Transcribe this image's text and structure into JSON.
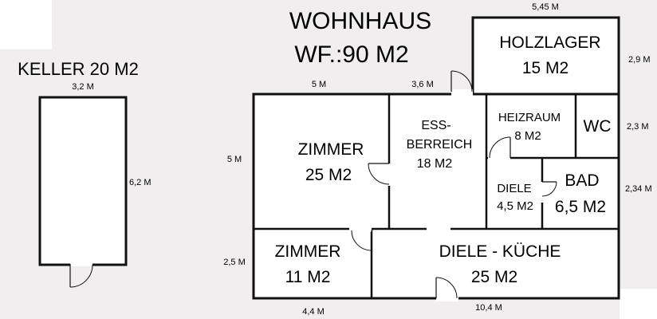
{
  "title": {
    "line1": "WOHNHAUS",
    "line2": "WF.:90 M2"
  },
  "keller": {
    "title": "KELLER 20 M2",
    "width_label": "3,2 M",
    "height_label": "6,2 M"
  },
  "rooms": {
    "holzlager": {
      "name": "HOLZLAGER",
      "area": "15 M2"
    },
    "zimmer_large": {
      "name": "ZIMMER",
      "area": "25 M2"
    },
    "essbereich": {
      "name_line1": "ESS-",
      "name_line2": "BERREICH",
      "area": "18 M2"
    },
    "heizraum": {
      "name": "HEIZRAUM",
      "area": "8 M2"
    },
    "wc": {
      "name": "WC"
    },
    "diele_small": {
      "name": "DIELE",
      "area": "4,5 M2"
    },
    "bad": {
      "name": "BAD",
      "area": "6,5 M2"
    },
    "zimmer_small": {
      "name": "ZIMMER",
      "area": "11 M2"
    },
    "diele_kueche": {
      "name": "DIELE - KÜCHE",
      "area": "25 M2"
    }
  },
  "dimensions": {
    "top_holzlager": "5,45 M",
    "left_top": "5 M",
    "mid_top": "3,6 M",
    "right_holzlager": "2,9 M",
    "right_wc": "2,3 M",
    "right_bad": "2,34 M",
    "left_zimmer": "5 M",
    "left_zimmer_small": "2,5 M",
    "bottom_left": "4,4 M",
    "bottom_total": "10,4 M"
  }
}
